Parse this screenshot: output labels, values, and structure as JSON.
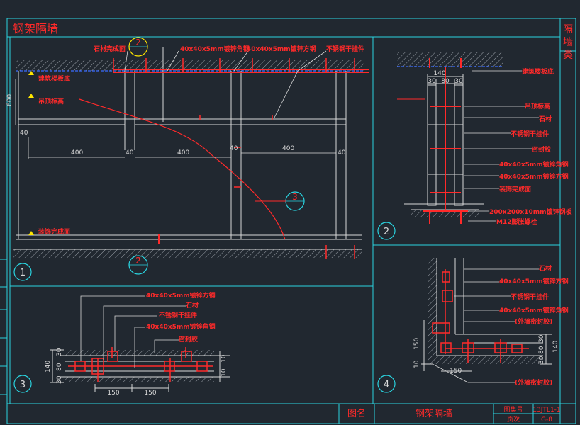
{
  "sheet": {
    "title": "钢架隔墙",
    "category": [
      "隔",
      "墙",
      "类"
    ],
    "titleblock": {
      "name_label": "图名",
      "name_value": "钢架隔墙",
      "set_label": "图集号",
      "set_value": "13JTL1-1",
      "page_label": "页次",
      "page_value": "G-8"
    }
  },
  "detail1": {
    "number": "1",
    "marker_top": "2",
    "marker_bottom": "2",
    "marker_side": "3",
    "labels": {
      "stone_base": "石材完成面",
      "angle1": "40x40x5mm镀锌角钢",
      "square1": "40x40x5mm镀锌方钢",
      "hanger": "不锈钢干挂件",
      "floor_base": "建筑楼板底",
      "ceiling": "吊顶标高",
      "floor_finish": "装饰完成面"
    },
    "dims": {
      "h600": "600",
      "d40a": "40",
      "d400a": "400",
      "d40b": "40",
      "d400b": "400",
      "d40c": "40",
      "d400c": "400",
      "d40d": "40"
    }
  },
  "detail2": {
    "number": "2",
    "labels": {
      "floor_base": "建筑楼板底",
      "ceiling": "吊顶标高",
      "stone": "石材",
      "hanger": "不锈钢干挂件",
      "sealant": "密封胶",
      "angle": "40x40x5mm镀锌角钢",
      "square": "40x40x5mm镀锌方钢",
      "finish": "装饰完成面",
      "plate": "200x200x10mm镀锌钢板",
      "bolt": "M12膨胀螺栓"
    },
    "dims": {
      "w140": "140",
      "w30a": "30",
      "w80": "80",
      "w30b": "30"
    }
  },
  "detail3": {
    "number": "3",
    "labels": {
      "square": "40x40x5mm镀锌方钢",
      "stone": "石材",
      "hanger": "不锈钢干挂件",
      "angle": "40x40x5mm镀锌角钢",
      "sealant": "密封胶"
    },
    "dims": {
      "h140": "140",
      "h30a": "30",
      "h80": "80",
      "h30b": "30",
      "h10a": "10",
      "h10b": "10",
      "w150a": "150",
      "w150b": "150"
    }
  },
  "detail4": {
    "number": "4",
    "labels": {
      "stone": "石材",
      "square": "40x40x5mm镀锌方钢",
      "hanger": "不锈钢干挂件",
      "angle": "40x40x5mm镀锌角钢",
      "sealant_out1": "(外墙密封胶)",
      "sealant_out2": "(外墙密封胶)"
    },
    "dims": {
      "h150": "150",
      "h10": "10",
      "w150": "150",
      "h140": "140",
      "h30a": "30",
      "h80": "80",
      "h30b": "30"
    }
  },
  "colors": {
    "frame": "#2ad4e0",
    "text_red": "#ff2a2a",
    "line": "#d8d8d8",
    "hatch": "#9aa0a8",
    "marker": "#ffe600"
  }
}
